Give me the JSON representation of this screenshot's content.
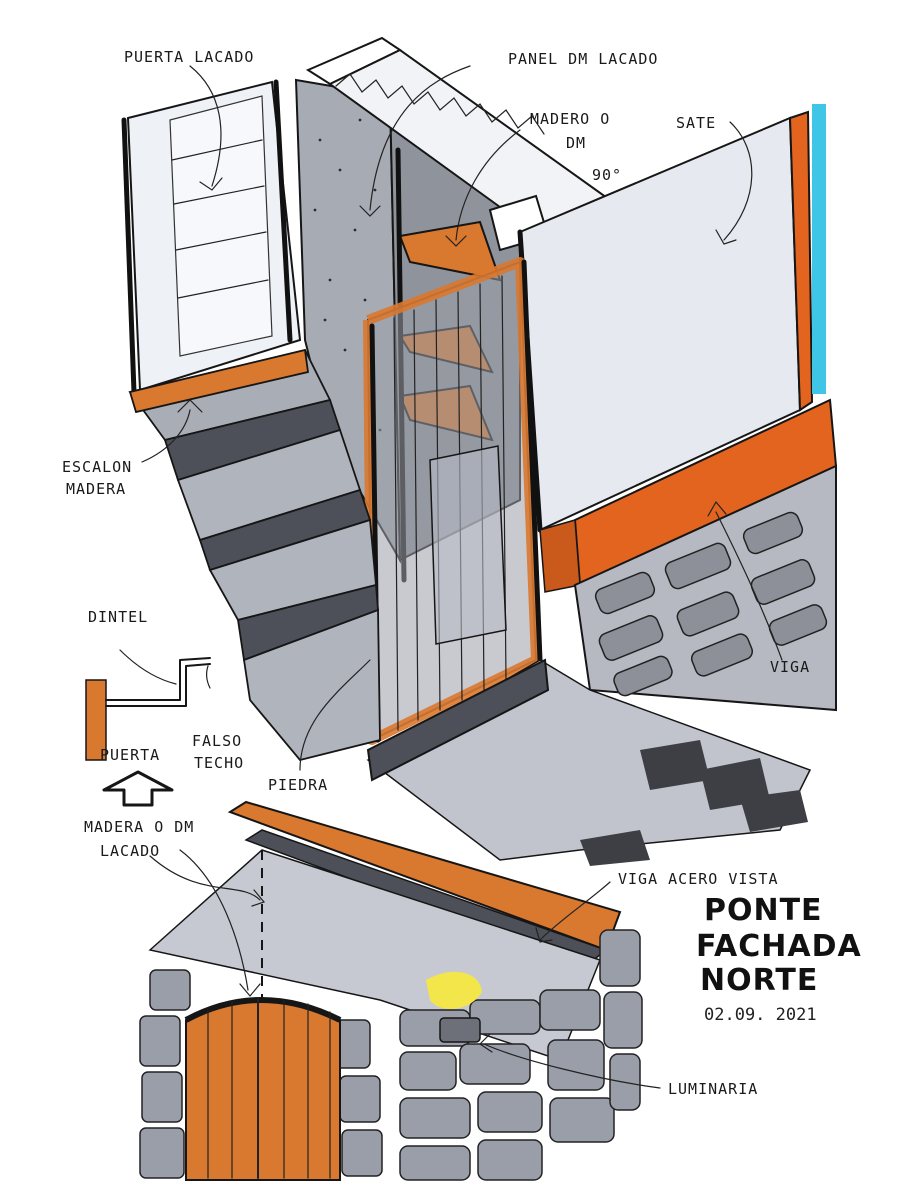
{
  "labels": {
    "puerta_lacado": "PUERTA LACADO",
    "panel_dm_lacado": "PANEL DM LACADO",
    "madero_dm_1": "MADERO O",
    "madero_dm_2": "DM",
    "sate": "SATE",
    "angle": "90°",
    "escalon_1": "ESCALON",
    "escalon_2": "MADERA",
    "dintel": "DINTEL",
    "falso_1": "FALSO",
    "falso_2": "TECHO",
    "puerta_small": "PUERTA",
    "piedra": "PIEDRA",
    "viga": "VIGA",
    "madera_dm_1": "MADERA O DM",
    "madera_dm_2": "LACADO",
    "viga_acero": "VIGA ACERO VISTA",
    "luminaria": "LUMINARIA"
  },
  "title": {
    "line1": "PONTE",
    "line2": "FACHADA",
    "line3": "NORTE",
    "date": "02.09. 2021"
  },
  "colors": {
    "timber": "#d9782f",
    "render_orange": "#e2641f",
    "stone": "#9a9ea8",
    "stone_dark": "#4d5058",
    "wall_light": "#e6e9ef",
    "sky_blue": "#3fc6e6",
    "light_yellow": "#f3e64a",
    "ink": "#161616"
  }
}
